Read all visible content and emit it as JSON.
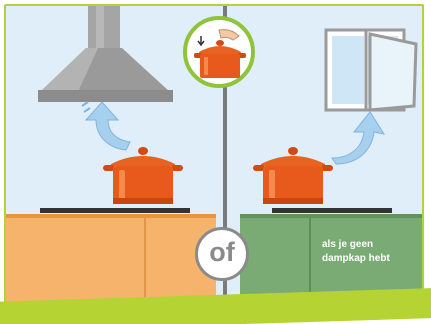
{
  "caption": {
    "line1": "als je geen",
    "line2": "dampkap hebt"
  },
  "divider_label": "of",
  "colors": {
    "border_green": "#b2d235",
    "sky": "#dfeef9",
    "orange_cabinet": "#f5b36b",
    "green_cabinet": "#7bab74",
    "pot_orange": "#e85a1c",
    "hood_gray": "#9b9b9b",
    "arrow_blue": "#9cc8e8"
  },
  "icons": [
    "range-hood-icon",
    "pot-icon",
    "lid-hand-icon",
    "window-icon",
    "steam-arrow-icon"
  ]
}
